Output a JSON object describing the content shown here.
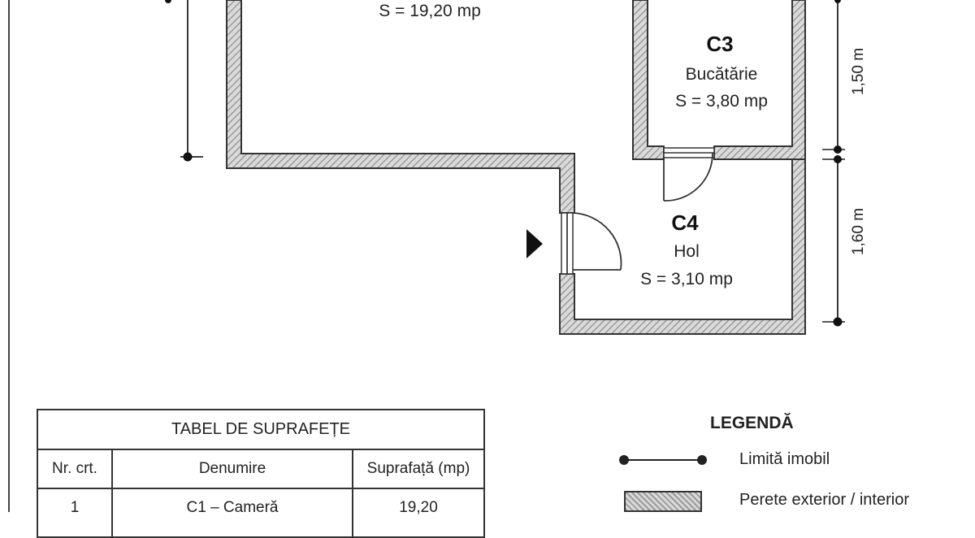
{
  "rooms": {
    "c1": {
      "area": "S = 19,20 mp"
    },
    "c3": {
      "code": "C3",
      "name": "Bucătărie",
      "area": "S = 3,80 mp"
    },
    "c4": {
      "code": "C4",
      "name": "Hol",
      "area": "S = 3,10 mp"
    }
  },
  "dimensions": {
    "right_upper": "1,50 m",
    "right_lower": "1,60 m"
  },
  "table": {
    "title": "TABEL DE SUPRAFEȚE",
    "headers": [
      "Nr. crt.",
      "Denumire",
      "Suprafață (mp)"
    ],
    "rows": [
      {
        "nr": "1",
        "name": "C1 – Cameră",
        "area": "19,20"
      }
    ]
  },
  "legend": {
    "title": "LEGENDĂ",
    "items": [
      {
        "label": "Limită imobil",
        "symbol": "line-with-dots"
      },
      {
        "label": "Perete exterior / interior",
        "symbol": "hatched-wall"
      }
    ]
  },
  "colors": {
    "wall_fill": "#bdbdbd",
    "line": "#222222"
  }
}
